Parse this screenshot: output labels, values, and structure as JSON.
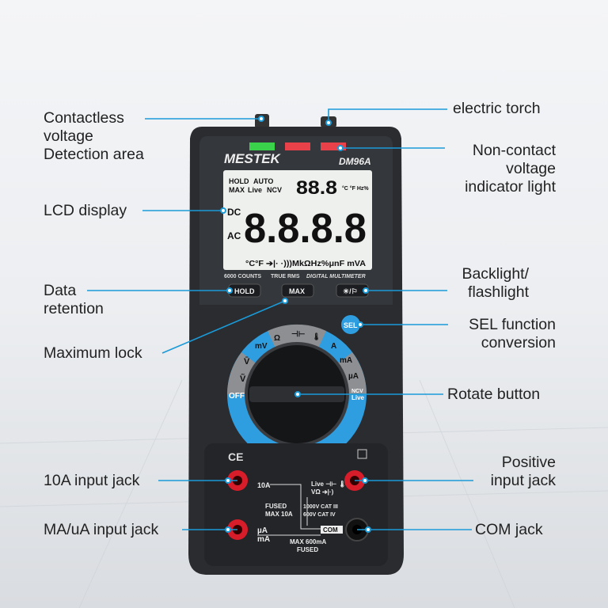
{
  "device": {
    "brand": "MESTEK",
    "model": "DM96A",
    "subtitle_counts": "6000 COUNTS",
    "subtitle_rms": "TRUE RMS",
    "subtitle_type": "DIGITAL MULTIMETER",
    "lcd": {
      "hold": "HOLD",
      "auto": "AUTO",
      "max": "MAX",
      "live": "Live",
      "ncv": "NCV",
      "small_digits": "88.8",
      "main_digits": "8.8.8.8",
      "dc": "DC",
      "ac": "AC",
      "units": "°C°F ➔|· ·)))MkΩHz%μnF mVA",
      "small_units": "°C °F Hz%"
    },
    "buttons": {
      "hold": "HOLD",
      "max": "MAX",
      "light": "☀/⚐",
      "sel": "SEL"
    },
    "dial": {
      "off": "OFF",
      "ncv": "NCV",
      "live": "Live",
      "positions": [
        "Ṽ",
        "V̄",
        "mV",
        "Ω",
        "⊣⊢",
        "🌡",
        "A",
        "mA",
        "µA"
      ]
    },
    "jacks": {
      "a10": "10A",
      "fused": "FUSED",
      "max10a": "MAX 10A",
      "ua": "µA",
      "ma": "mA",
      "live_line": "Live ⊣⊢ 🌡",
      "vohm": "VΩ ➔|·)",
      "cat3": "1000V CAT III",
      "cat4": "600V CAT IV",
      "com": "COM",
      "max600": "MAX 600mA",
      "fused2": "FUSED",
      "ce": "CE"
    }
  },
  "callouts": {
    "contactless": [
      "Contactless",
      "voltage",
      "Detection area"
    ],
    "torch": "electric torch",
    "indicator": [
      "Non-contact",
      "voltage",
      "indicator light"
    ],
    "lcd": "LCD display",
    "data": [
      "Data",
      "retention"
    ],
    "maxlock": "Maximum lock",
    "backlight": [
      "Backlight/",
      "flashlight"
    ],
    "sel": [
      "SEL function",
      "conversion"
    ],
    "rotate": "Rotate button",
    "a10": "10A input jack",
    "positive": [
      "Positive",
      "input jack"
    ],
    "maua": "MA/uA input jack",
    "com": "COM jack"
  },
  "colors": {
    "accent": "#1b9ad8",
    "body": "#2a2c30",
    "lcd": "#eef0ee",
    "dial_blue": "#2f9ee0",
    "jack_red": "#d81d2a",
    "led_green": "#3ad24a",
    "led_red": "#e8414a"
  }
}
